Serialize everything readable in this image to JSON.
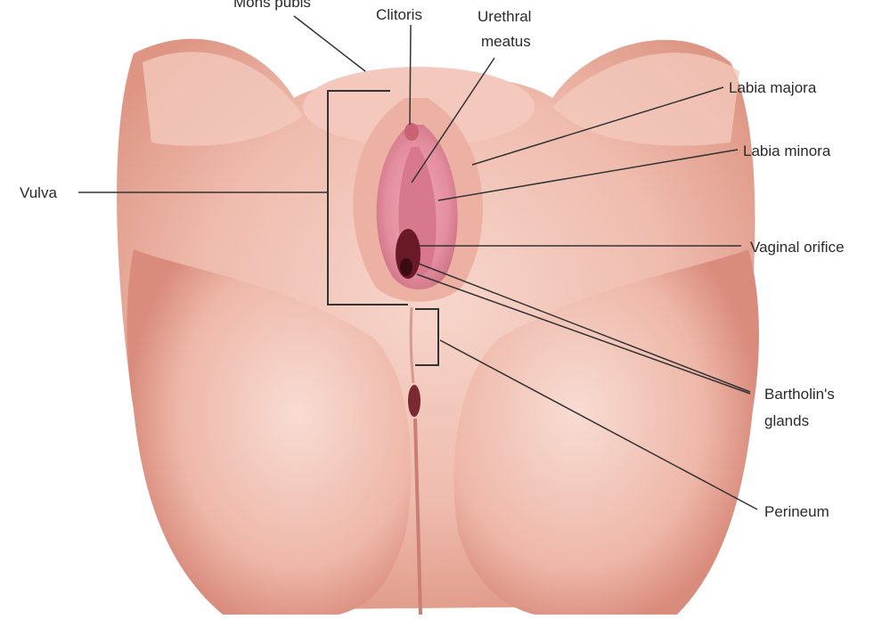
{
  "labels": {
    "mons_pubis": "Mons pubis",
    "clitoris": "Clitoris",
    "urethral_meatus_line1": "Urethral",
    "urethral_meatus_line2": "meatus",
    "labia_majora": "Labia majora",
    "labia_minora": "Labia minora",
    "vulva": "Vulva",
    "vaginal_orifice": "Vaginal orifice",
    "bartholins_line1": "Bartholin's",
    "bartholins_line2": "glands",
    "perineum": "Perineum"
  },
  "colors": {
    "skin_light": "#f6d2c8",
    "skin_mid": "#eab1a3",
    "skin_shadow": "#d98b7c",
    "mucosa": "#e48ea0",
    "mucosa_deep": "#c25a6e",
    "orifice": "#6a1a26",
    "leader_line": "#333333"
  }
}
